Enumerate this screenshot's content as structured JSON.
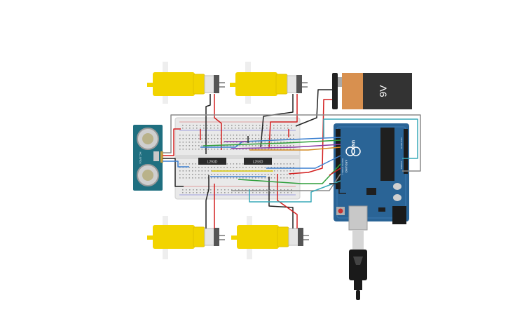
{
  "components": {
    "battery": {
      "label": "9V"
    },
    "chips": [
      {
        "label": "L293D"
      },
      {
        "label": "L293D"
      }
    ],
    "arduino": {
      "model": "UNO",
      "brand": "ARDUINO",
      "digital_label": "DIGITAL (PWM~)",
      "analog_label": "ANALOG IN",
      "power_label": "POWER"
    },
    "sensor": {
      "model": "HC-SR04"
    }
  },
  "colors": {
    "motor_yellow": "#f2d400",
    "battery_orange": "#d8904f",
    "battery_body": "#333333",
    "arduino_blue": "#2a6496",
    "sensor_teal": "#1f6f80",
    "wire_red": "#d32020",
    "wire_black": "#222222",
    "wire_green": "#2e9e3a",
    "wire_blue": "#3a7fd0",
    "wire_teal": "#3aaab8",
    "wire_gray": "#8a8a8a"
  },
  "icons": [
    "motor-icon",
    "battery-icon",
    "breadboard-icon",
    "ic-chip-icon",
    "arduino-board-icon",
    "ultrasonic-sensor-icon",
    "usb-cable-icon"
  ]
}
